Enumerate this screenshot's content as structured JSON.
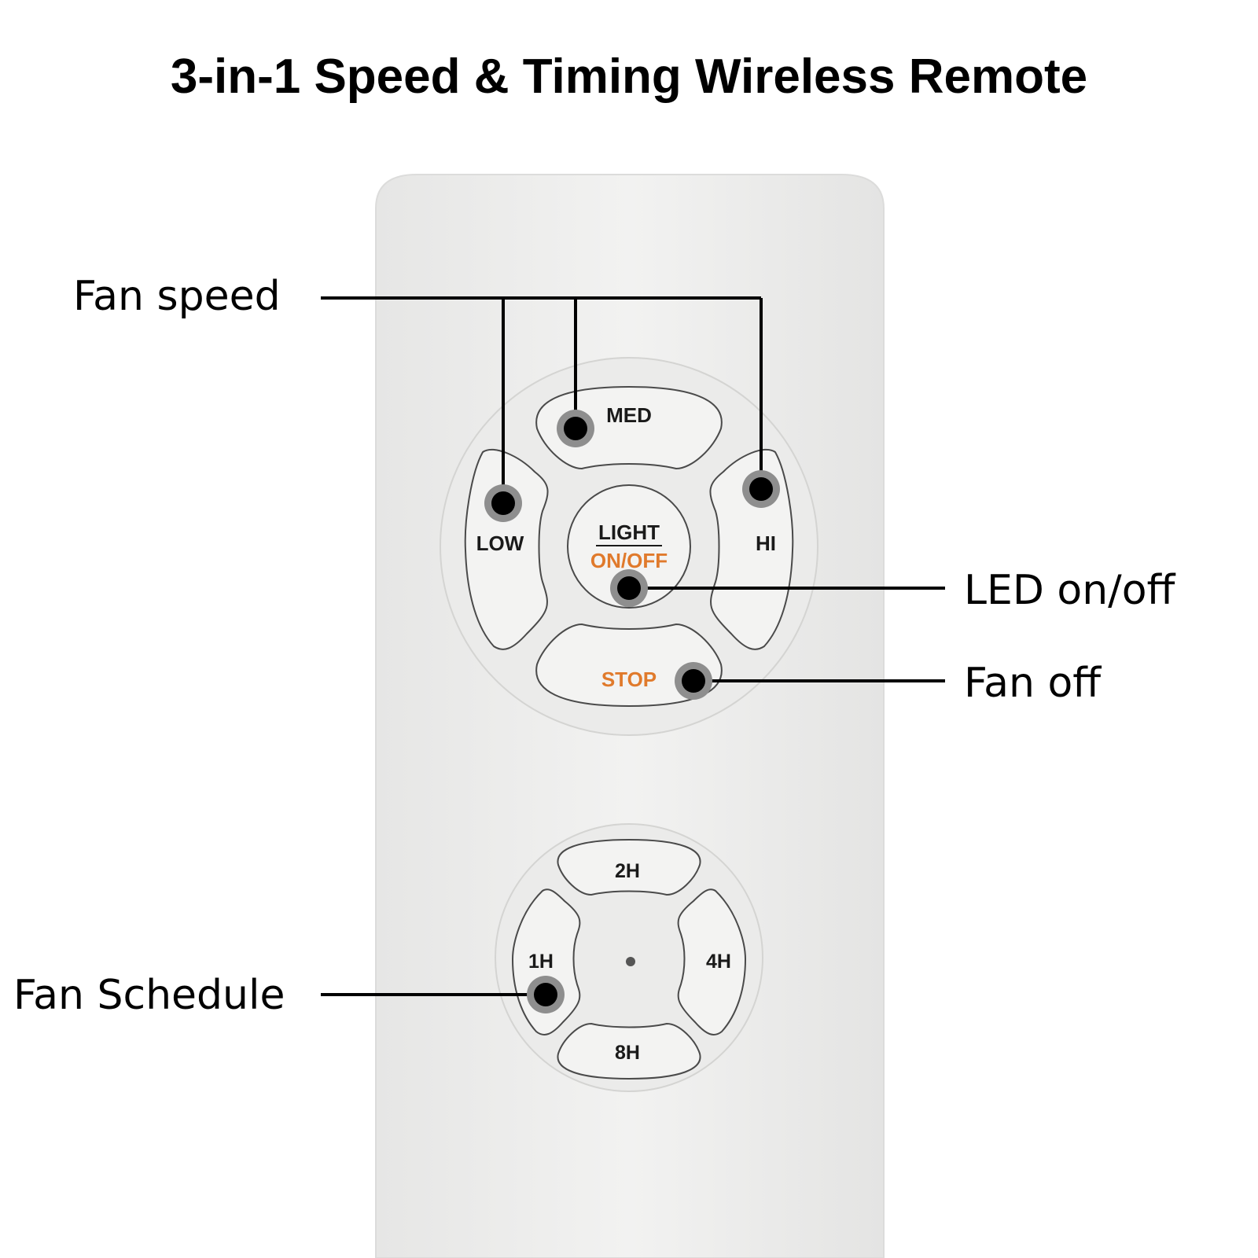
{
  "title": "3-in-1 Speed & Timing Wireless Remote",
  "callouts": {
    "fan_speed": "Fan speed",
    "led_onoff": "LED on/off",
    "fan_off": "Fan off",
    "fan_schedule": "Fan Schedule"
  },
  "buttons": {
    "med": "MED",
    "low": "LOW",
    "hi": "HI",
    "light": "LIGHT",
    "onoff": "ON/OFF",
    "stop": "STOP",
    "t2h": "2H",
    "t1h": "1H",
    "t4h": "4H",
    "t8h": "8H"
  },
  "colors": {
    "accent_orange": "#e07a2c",
    "remote_body": "#efefee",
    "button_face": "#f3f3f2"
  }
}
